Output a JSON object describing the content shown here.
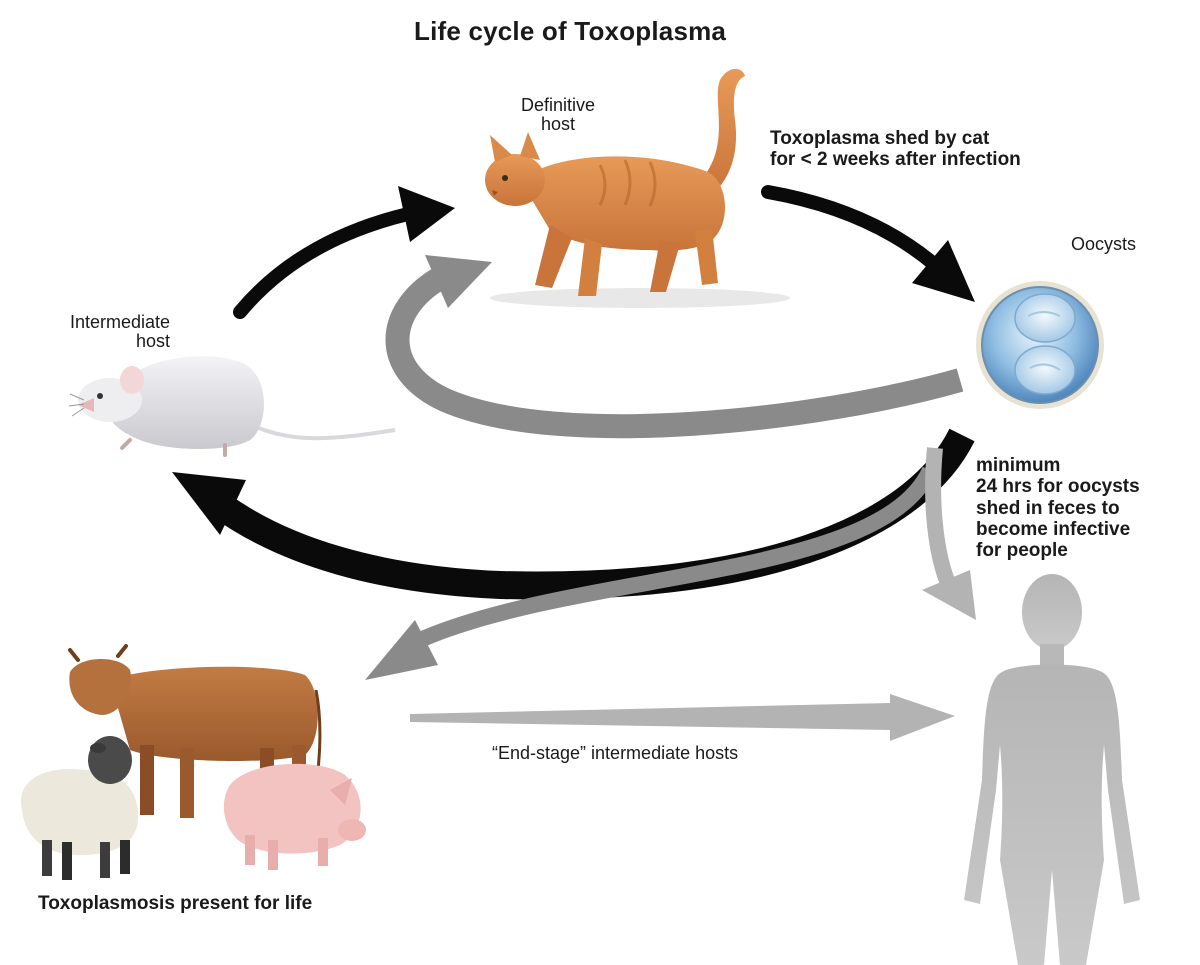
{
  "title": "Life cycle of Toxoplasma",
  "labels": {
    "definitive_host": "Definitive\nhost",
    "cat_shedding": "Toxoplasma shed by cat\nfor < 2 weeks after infection",
    "oocysts": "Oocysts",
    "intermediate_host": "Intermediate\nhost",
    "oocyst_timing": "minimum\n24 hrs for oocysts\nshed in feces to\nbecome infective\nfor people",
    "end_stage": "“End-stage” intermediate hosts",
    "toxoplasmosis": "Toxoplasmosis present for life"
  },
  "colors": {
    "black_arrow": "#0a0a0a",
    "gray_arrow": "#8a8a8a",
    "light_gray_arrow": "#b3b3b3",
    "cat": "#d98a4a",
    "mouse": "#e4e4e8",
    "cow": "#b4713e",
    "pig": "#f2c3c0",
    "sheep": "#ece8dc",
    "human": "#b8b8b8",
    "oocyst": "#7fb2dc"
  },
  "icons": [
    "cat-illustration",
    "oocyst-illustration",
    "mouse-illustration",
    "cow-illustration",
    "sheep-illustration",
    "pig-illustration",
    "human-silhouette"
  ]
}
